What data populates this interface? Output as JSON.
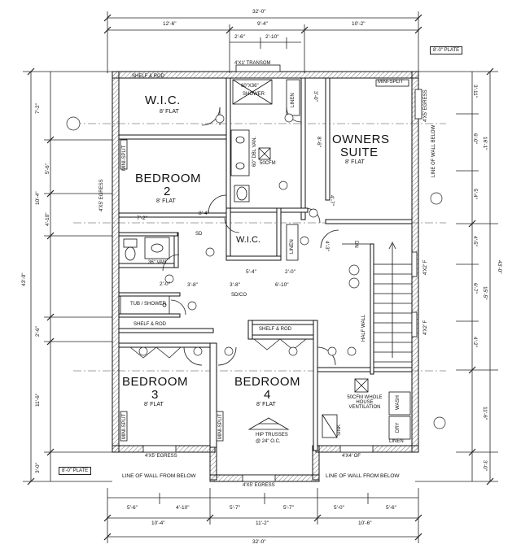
{
  "rooms": {
    "wic_top": {
      "name": "W.I.C.",
      "sub": "8' FLAT"
    },
    "bedroom2": {
      "name1": "BEDROOM",
      "name2": "2",
      "sub": "8' FLAT"
    },
    "owners": {
      "name1": "OWNERS",
      "name2": "SUITE",
      "sub": "8' FLAT"
    },
    "wic_mid": {
      "name": "W.I.C."
    },
    "bedroom3": {
      "name1": "BEDROOM",
      "name2": "3",
      "sub": "8' FLAT"
    },
    "bedroom4": {
      "name1": "BEDROOM",
      "name2": "4",
      "sub": "8' FLAT"
    }
  },
  "labels": {
    "shelf_rod_top": "SHELF & ROD",
    "shower_size": "60\"X36\"",
    "shower": "SHOWER",
    "linen_top": "LINEN",
    "transom": "4'X1' TRANSOM",
    "mini_split_owner": "MINI-SPLIT",
    "egress_owner": "4'X5' EGRESS",
    "mini_split_b2": "MINI-SPLIT",
    "egress_b2": "4'X5' EGRESS",
    "dbl_van": "60\" DBL VAN.",
    "bdrm_fan": "50CFM",
    "line_wall_below_right": "LINE OF WALL BELOW",
    "linen_mid": "LINEN",
    "van36": "36\" VAN.",
    "tub_shower": "TUB / SHOWER",
    "shelf_rod_b3": "SHELF & ROD",
    "shelf_rod_b4": "SHELF & ROD",
    "dn": "DN",
    "half_wall": "HALF WALL",
    "win_4x2_a": "4'X2' F",
    "win_4x2_b": "4'X2' F",
    "whole_house": "50CFM WHOLE HOUSE VENTILATION",
    "wash": "WASH",
    "dry": "DRY",
    "sink": "SINK",
    "linen_low": "LINEN",
    "mini_split_b3": "MINI-SPLIT",
    "mini_split_b4": "MINI-SPLIT",
    "egress_b3": "4'X5' EGRESS",
    "egress_b4": "4'X5' EGRESS",
    "win_4x4": "4'X4' OF",
    "hip_trusses": "HIP TRUSSES",
    "hip_spacing": "@ 24\" O.C.",
    "line_wall_left": "LINE OF WALL FROM BELOW",
    "line_wall_right": "LINE OF WALL FROM BELOW",
    "plate_top": "8'-0\" PLATE",
    "plate_bottom": "8'-0\" PLATE",
    "sd": "SD",
    "sd_co": "SD/CO"
  },
  "dims_top": {
    "overall": "32'-0\"",
    "a": "12'-6\"",
    "b": "9'-4\"",
    "c": "10'-2\"",
    "d": "2'-6\"",
    "e": "2'-10\""
  },
  "dims_bottom": {
    "overall": "32'-0\"",
    "a": "10'-4\"",
    "b": "11'-2\"",
    "c": "10'-6\"",
    "d1": "5'-6\"",
    "d2": "4'-10\"",
    "d3": "5'-7\"",
    "d4": "5'-7\"",
    "d5": "5'-0\"",
    "d6": "5'-6\""
  },
  "dims_left": {
    "overall": "43'-0\"",
    "a": "7'-2\"",
    "b": "10'-4\"",
    "c": "5'-6\"",
    "d": "4'-10\"",
    "e": "2'-6\"",
    "f": "11'-6\"",
    "g": "3'-0\""
  },
  "dims_right": {
    "overall": "43'-0\"",
    "a": "16'-1\"",
    "b": "15'-5\"",
    "c": "11'-6\"",
    "d": "3'-0\"",
    "e1": "3'-11\"",
    "e2": "6'-0\"",
    "e3": "5'-4\"",
    "e4": "4'-5\"",
    "e5": "6'-7\"",
    "e6": "4'-2\""
  },
  "dims_interior": {
    "i1": "7'-2\"",
    "i2": "8'-4\"",
    "i3": "5'-4\"",
    "i4": "2'-0\"",
    "i5": "3'-8\"",
    "i6": "3'-8\"",
    "i7": "6'-10\"",
    "i8": "3'-0\"",
    "i9": "8'-6\"",
    "i10": "4'-7\"",
    "i11": "4'-3\"",
    "i12": "2'-0\""
  }
}
